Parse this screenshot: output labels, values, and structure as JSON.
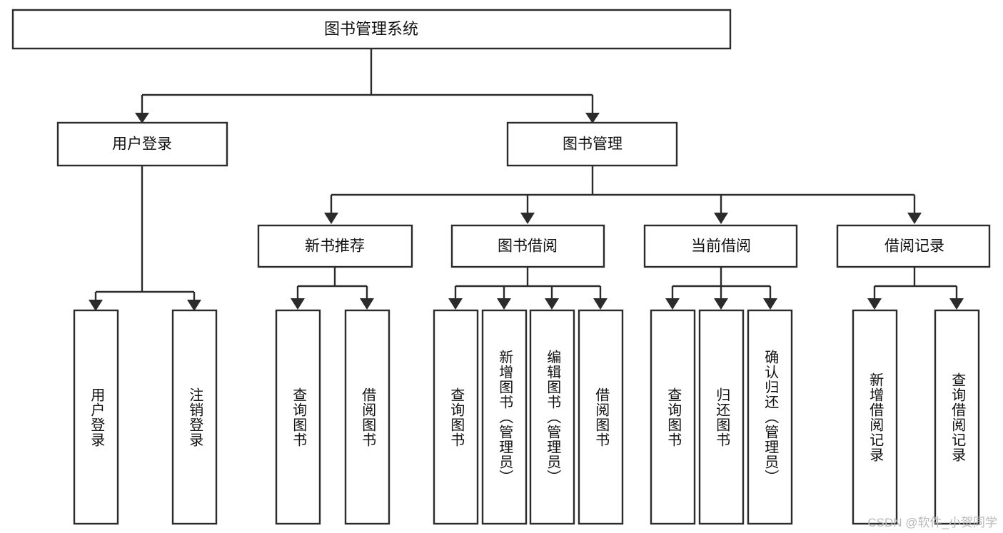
{
  "diagram": {
    "title": "图书管理系统",
    "type": "tree-hierarchy",
    "root": {
      "id": "root",
      "label": "图书管理系统"
    },
    "level2": [
      {
        "id": "user-login",
        "label": "用户登录"
      },
      {
        "id": "book-manage",
        "label": "图书管理"
      }
    ],
    "level3": [
      {
        "id": "new-book-rec",
        "label": "新书推荐",
        "parent": "book-manage"
      },
      {
        "id": "book-borrow",
        "label": "图书借阅",
        "parent": "book-manage"
      },
      {
        "id": "current-borrow",
        "label": "当前借阅",
        "parent": "book-manage"
      },
      {
        "id": "borrow-record",
        "label": "借阅记录",
        "parent": "book-manage"
      }
    ],
    "leaves": [
      {
        "id": "leaf-user-login",
        "label": "用户登录",
        "parent": "user-login"
      },
      {
        "id": "leaf-logout",
        "label": "注销登录",
        "parent": "user-login"
      },
      {
        "id": "leaf-query-book-1",
        "label": "查询图书",
        "parent": "new-book-rec"
      },
      {
        "id": "leaf-borrow-book-1",
        "label": "借阅图书",
        "parent": "new-book-rec"
      },
      {
        "id": "leaf-query-book-2",
        "label": "查询图书",
        "parent": "book-borrow"
      },
      {
        "id": "leaf-add-book",
        "label": "新增图书（管理员）",
        "parent": "book-borrow"
      },
      {
        "id": "leaf-edit-book",
        "label": "编辑图书（管理员）",
        "parent": "book-borrow"
      },
      {
        "id": "leaf-borrow-book-2",
        "label": "借阅图书",
        "parent": "book-borrow"
      },
      {
        "id": "leaf-query-book-3",
        "label": "查询图书",
        "parent": "current-borrow"
      },
      {
        "id": "leaf-return-book",
        "label": "归还图书",
        "parent": "current-borrow"
      },
      {
        "id": "leaf-confirm-return",
        "label": "确认归还（管理员）",
        "parent": "current-borrow"
      },
      {
        "id": "leaf-add-record",
        "label": "新增借阅记录",
        "parent": "borrow-record"
      },
      {
        "id": "leaf-query-record",
        "label": "查询借阅记录",
        "parent": "borrow-record"
      }
    ],
    "colors": {
      "stroke": "#2b2b2b",
      "fill": "#ffffff",
      "text": "#111111",
      "watermark": "#b9b9b9"
    }
  },
  "watermark": {
    "text": "CSDN @软件_小贺同学"
  }
}
